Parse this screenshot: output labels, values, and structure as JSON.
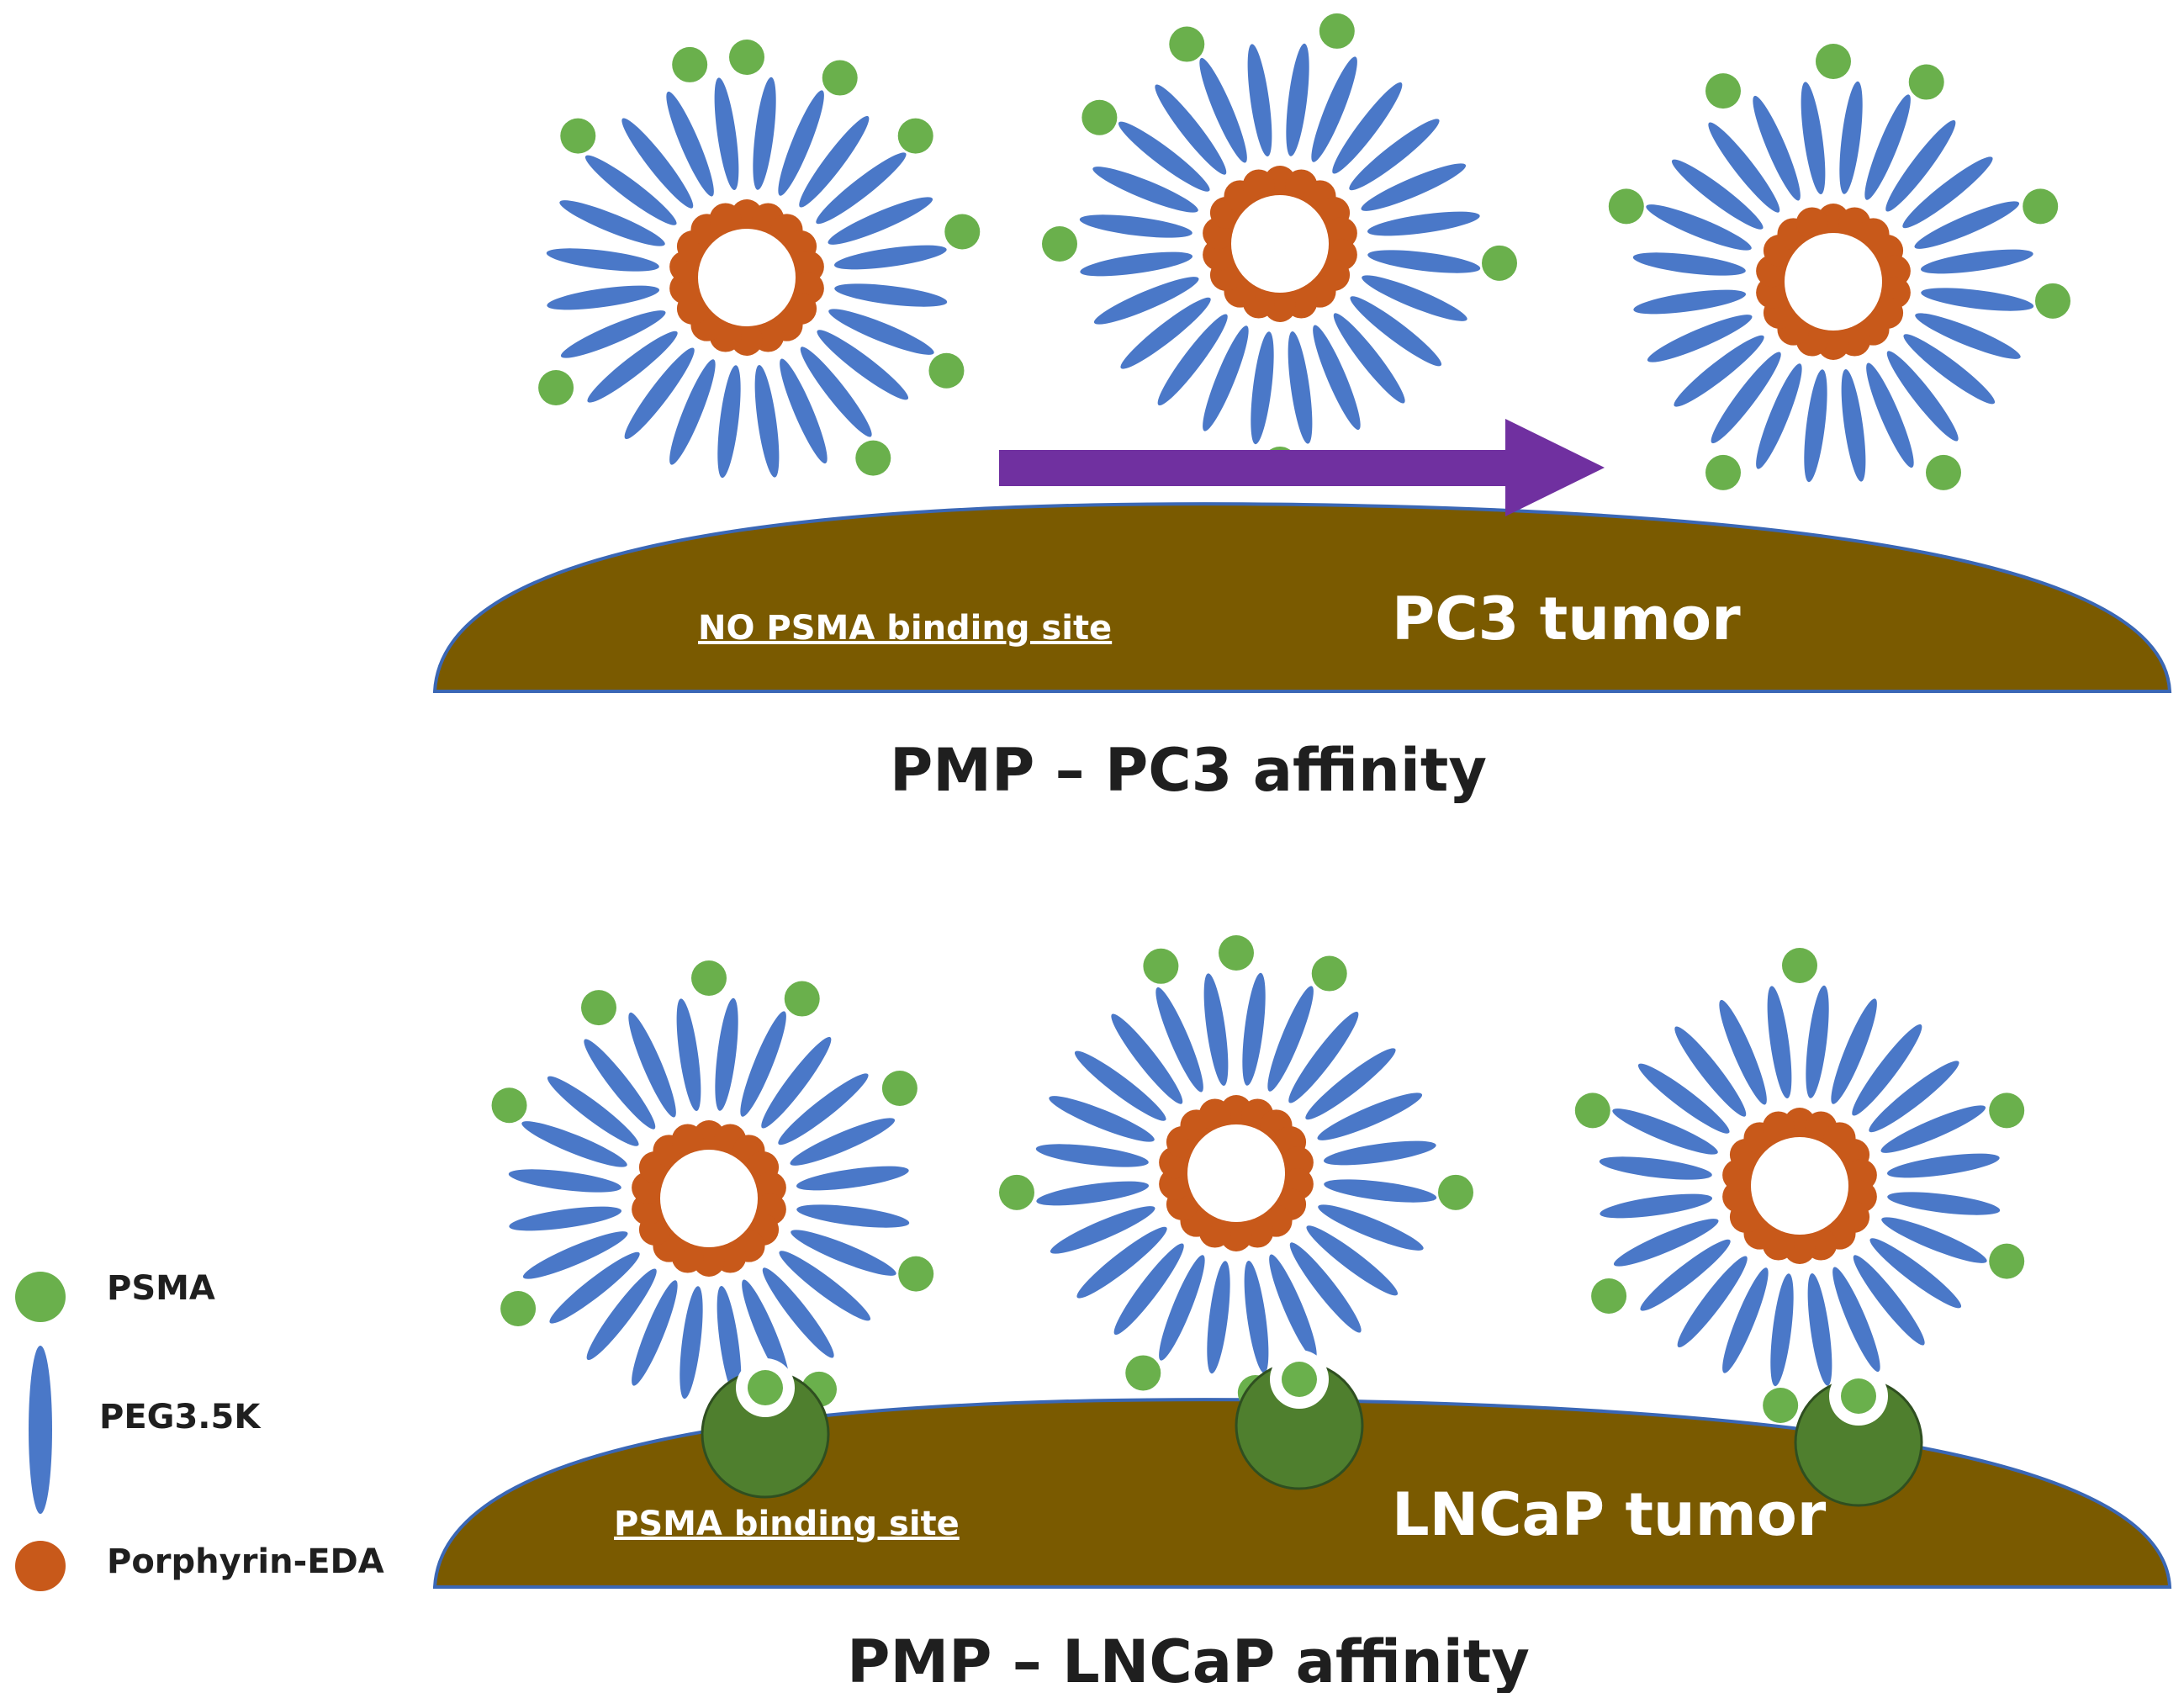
{
  "panels": [
    {
      "tumor_label": "PC3 tumor",
      "site_label": "NO PSMA binding site",
      "title": "PMP – PC3 affinity"
    },
    {
      "tumor_label": "LNCaP tumor",
      "site_label": "PSMA binding site",
      "title": "PMP – LNCaP affinity"
    }
  ],
  "legend": [
    {
      "label": "PSMA",
      "icon": "green-circle"
    },
    {
      "label": "PEG3.5K",
      "icon": "blue-ellipse"
    },
    {
      "label": "Porphyrin-EDA",
      "icon": "orange-circle"
    }
  ],
  "colors": {
    "psma": "#6ab04c",
    "peg": "#4a78c8",
    "porphyrin": "#c8591a",
    "tumor": "#7a5a00",
    "tumor_edge": "#3a67b5",
    "receptor": "#4f7f2e",
    "arrow": "#7030a0"
  }
}
